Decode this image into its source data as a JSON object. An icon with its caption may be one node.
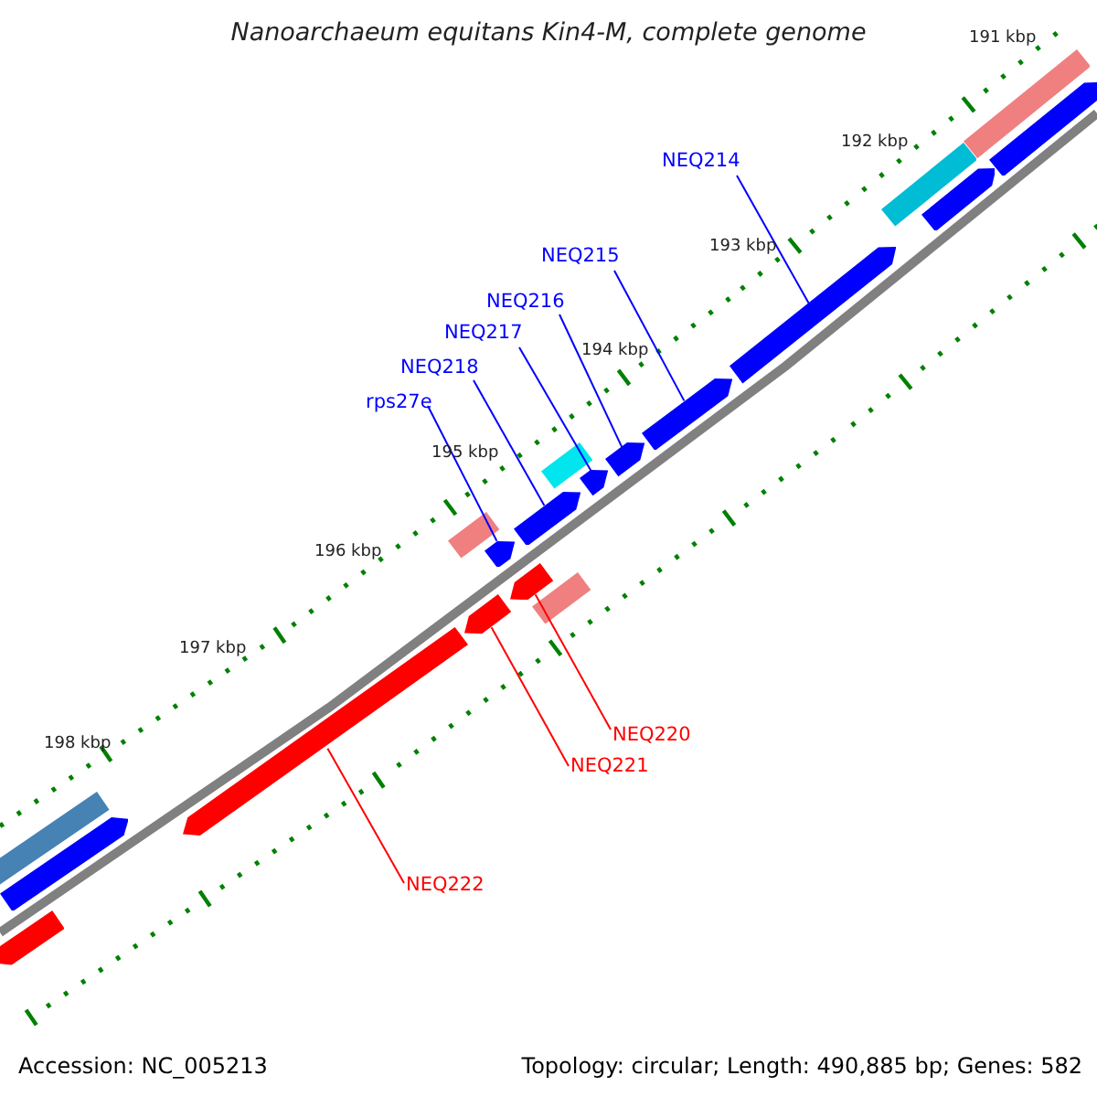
{
  "diagram": {
    "title": "Nanoarchaeum equitans Kin4-M, complete genome",
    "nodes": [
      {
        "text": [
          "NEQ214"
        ]
      },
      {
        "text": [
          "NEQ215"
        ]
      },
      {
        "text": [
          "NEQ216"
        ]
      },
      {
        "text": [
          "NEQ217"
        ]
      },
      {
        "text": [
          "NEQ218"
        ]
      },
      {
        "text": [
          "rps27e"
        ]
      },
      {
        "text": [
          "NEQ220"
        ]
      },
      {
        "text": [
          "NEQ221"
        ]
      },
      {
        "text": [
          "NEQ222"
        ]
      },
      {
        "text": [],
        "shape": "bar"
      },
      {
        "text": [],
        "shape": "bar"
      },
      {
        "text": [],
        "shape": "bar"
      },
      {
        "text": [],
        "shape": "bar"
      },
      {
        "text": [],
        "shape": "bar"
      },
      {
        "text": [],
        "shape": "bar"
      },
      {
        "text": [],
        "shape": "bar"
      },
      {
        "text": [],
        "shape": "bar"
      },
      {
        "text": [],
        "shape": "bar"
      },
      {
        "text": [],
        "shape": "bar"
      },
      {
        "text": [],
        "shape": "bar"
      },
      {
        "text": [],
        "shape": "bar"
      },
      {
        "text": [],
        "shape": "bar"
      },
      {
        "text": [],
        "shape": "bar"
      },
      {
        "text": [],
        "shape": "bar"
      },
      {
        "text": [],
        "shape": "bar"
      },
      {
        "text": [],
        "shape": "bar"
      },
      {
        "text": [],
        "shape": "bar"
      },
      {
        "text": [],
        "shape": "bar"
      }
    ],
    "edges": [
      {
        "from": 0,
        "to": 9,
        "arrow": "none"
      },
      {
        "from": 1,
        "to": 10,
        "arrow": "none"
      },
      {
        "from": 2,
        "to": 11,
        "arrow": "none"
      },
      {
        "from": 3,
        "to": 12,
        "arrow": "none"
      },
      {
        "from": 4,
        "to": 13,
        "arrow": "none"
      },
      {
        "from": 5,
        "to": 14,
        "arrow": "none"
      },
      {
        "from": 6,
        "to": 15,
        "arrow": "none",
        "color": "#ff0000"
      },
      {
        "from": 7,
        "to": 16,
        "arrow": "none",
        "color": "#ff0000"
      },
      {
        "from": 8,
        "to": 17,
        "arrow": "none",
        "color": "#ff0000"
      }
    ],
    "labels": [
      "191 kbp",
      "192 kbp",
      "193 kbp",
      "194 kbp",
      "195 kbp",
      "196 kbp",
      "197 kbp",
      "198 kbp",
      "Accession: NC_005213",
      "Topology: circular; Length: 490,885 bp; Genes: 582"
    ]
  }
}
